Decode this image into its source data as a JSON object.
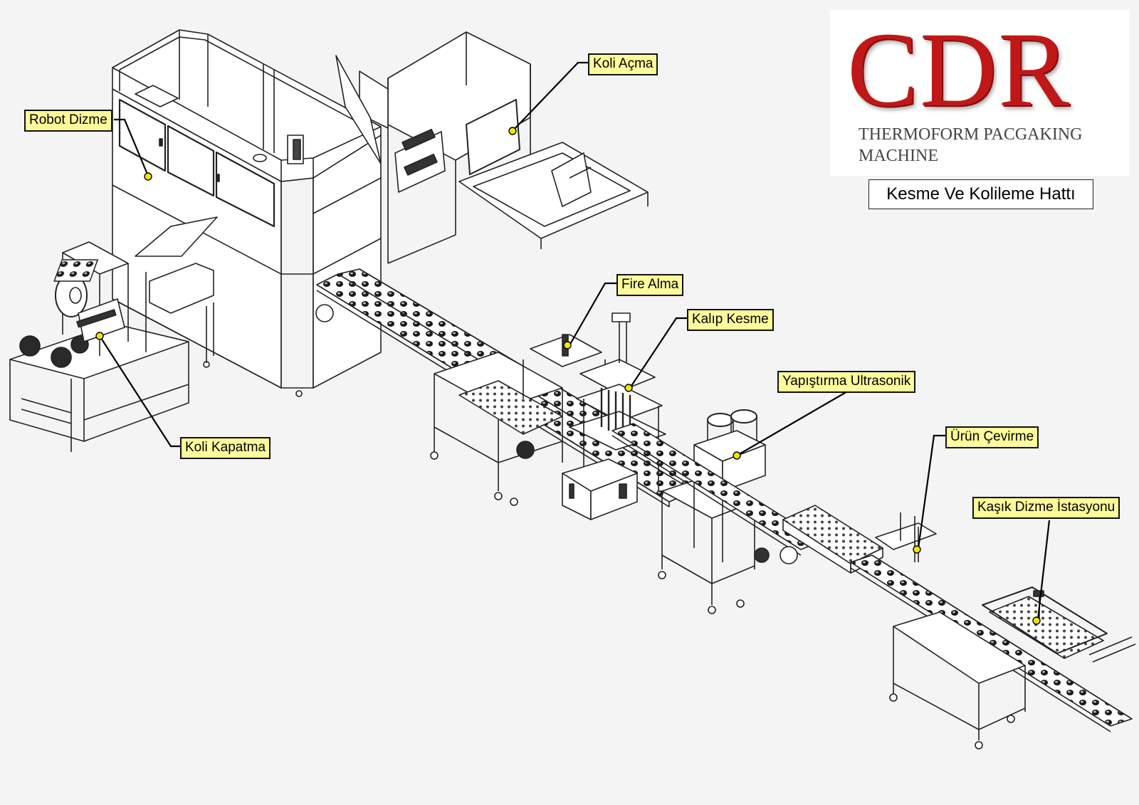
{
  "brand": {
    "logo": "CDR",
    "subtitle": "THERMOFORM PACGAKING MACHINE"
  },
  "line_title": "Kesme Ve Kolileme Hattı",
  "callouts": {
    "robot_dizme": "Robot Dizme",
    "koli_acma": "Koli Açma",
    "koli_kapatma": "Koli Kapatma",
    "fire_alma": "Fire Alma",
    "kalip_kesme": "Kalıp Kesme",
    "yapistirma": "Yapıştırma Ultrasonik",
    "urun_cevirme": "Ürün Çevirme",
    "kasik_dizme": "Kaşık Dizme İstasyonu"
  },
  "colors": {
    "callout_fill": "#fdfa9a",
    "marker": "#f2e600",
    "logo_red": "#c01818",
    "line": "#222222"
  }
}
